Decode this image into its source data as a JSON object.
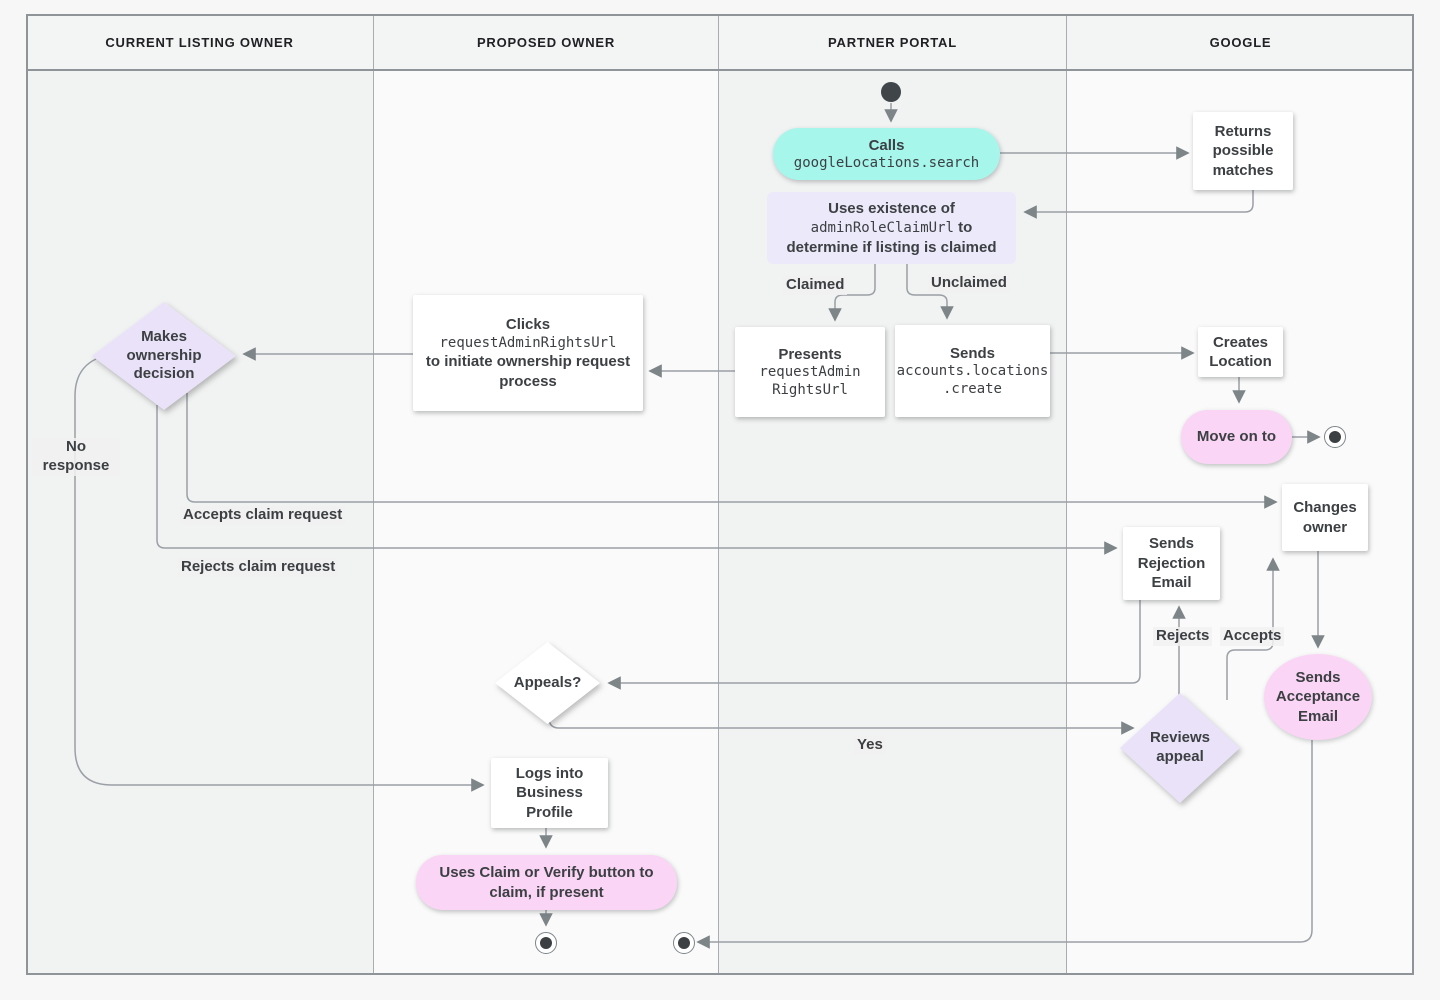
{
  "header": {
    "lanes": [
      "CURRENT LISTING OWNER",
      "PROPOSED OWNER",
      "PARTNER PORTAL",
      "GOOGLE"
    ]
  },
  "nodes": {
    "calls": {
      "title": "Calls",
      "code": "googleLocations.search"
    },
    "returns_matches": {
      "text": "Returns possible matches"
    },
    "uses_existence": {
      "line1": "Uses existence of",
      "code": "adminRoleClaimUrl",
      "suffix": "to",
      "line3": "determine if listing is claimed"
    },
    "presents": {
      "title": "Presents",
      "code_lines": [
        "requestAdmin",
        "RightsUrl"
      ]
    },
    "sends_create": {
      "title": "Sends",
      "code_lines": [
        "accounts.locations",
        ".create"
      ]
    },
    "clicks": {
      "line1": "Clicks",
      "code": "requestAdminRightsUrl",
      "line2": "to initiate ownership request process"
    },
    "decision": {
      "text": "Makes ownership decision"
    },
    "creates_location": {
      "text": "Creates Location"
    },
    "move_on": {
      "text": "Move on to"
    },
    "changes_owner": {
      "text": "Changes owner"
    },
    "rejection_email": {
      "text": "Sends Rejection Email"
    },
    "acceptance_email": {
      "text": "Sends Acceptance Email"
    },
    "reviews_appeal": {
      "text": "Reviews appeal"
    },
    "appeals": {
      "text": "Appeals?"
    },
    "logs_in": {
      "text": "Logs into Business Profile"
    },
    "claim_button": {
      "text": "Uses Claim or Verify button to claim, if present"
    }
  },
  "edge_labels": {
    "claimed": "Claimed",
    "unclaimed": "Unclaimed",
    "no_response": "No response",
    "accepts_claim": "Accepts claim request",
    "rejects_claim": "Rejects claim request",
    "yes": "Yes",
    "rejects": "Rejects",
    "accepts": "Accepts"
  },
  "colors": {
    "teal": "#a7f6ec",
    "lavender": "#eceafa",
    "diamond": "#e9e2f9",
    "pink": "#fad5f5",
    "line": "#9aa0a6",
    "arrow": "#7d8589",
    "text": "#3c4043"
  }
}
